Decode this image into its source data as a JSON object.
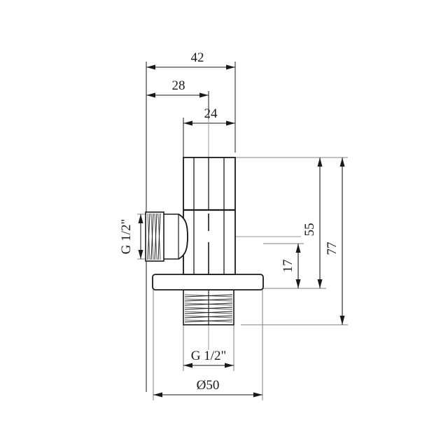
{
  "drawing": {
    "type": "technical-dimension-drawing",
    "subject": "angle valve",
    "background_color": "#ffffff",
    "line_color": "#1a1a1a",
    "thin_line_color": "#808080",
    "dimensions": {
      "top_overall": "42",
      "top_middle": "28",
      "top_inner": "24",
      "right_outer": "77",
      "right_middle": "55",
      "right_inner": "17",
      "bottom_diameter": "Ø50",
      "bottom_thread": "G 1/2\"",
      "left_thread": "G 1/2\""
    }
  }
}
